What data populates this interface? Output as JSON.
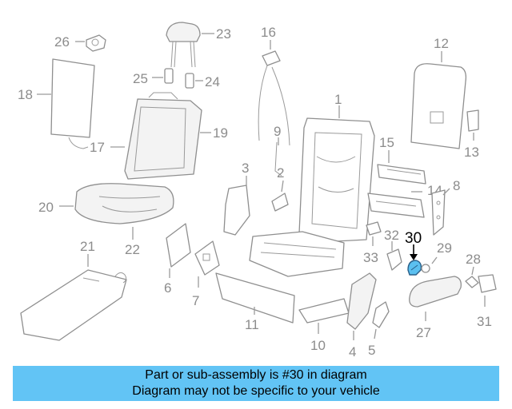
{
  "highlight": {
    "part_number": "30",
    "color": "#5bc0f0"
  },
  "callouts": {
    "c1": "1",
    "c2": "2",
    "c3": "3",
    "c4": "4",
    "c5": "5",
    "c6": "6",
    "c7": "7",
    "c8": "8",
    "c9": "9",
    "c10": "10",
    "c11": "11",
    "c12": "12",
    "c13": "13",
    "c14": "14",
    "c15": "15",
    "c16": "16",
    "c17": "17",
    "c18": "18",
    "c19": "19",
    "c20": "20",
    "c21": "21",
    "c22": "22",
    "c23": "23",
    "c24": "24",
    "c25": "25",
    "c26": "26",
    "c27": "27",
    "c28": "28",
    "c29": "29",
    "c30": "30",
    "c31": "31",
    "c32": "32",
    "c33": "33"
  },
  "banner": {
    "line1": "Part or sub-assembly is #30 in diagram",
    "line2": "Diagram may not be specific to your vehicle",
    "color": "#62c4f5"
  }
}
